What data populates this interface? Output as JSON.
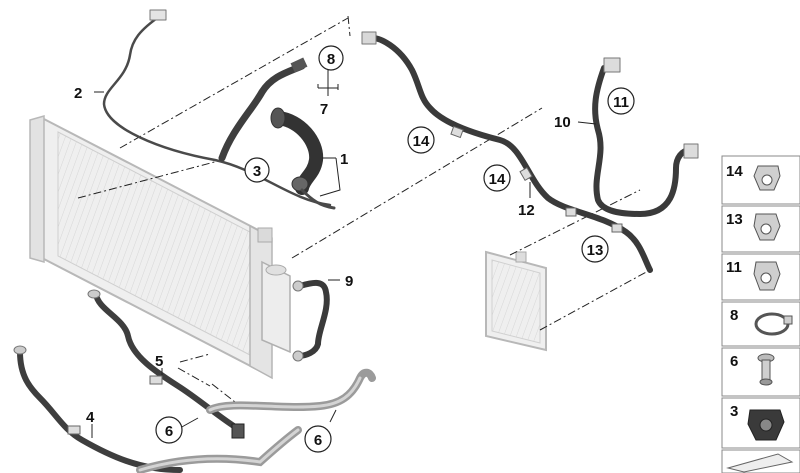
{
  "diagram": {
    "callouts": {
      "c1": "1",
      "c2": "2",
      "c3": "3",
      "c4": "4",
      "c5": "5",
      "c6a": "6",
      "c6b": "6",
      "c7": "7",
      "c8": "8",
      "c9": "9",
      "c10": "10",
      "c11": "11",
      "c12": "12",
      "c13": "13",
      "c14a": "14",
      "c14b": "14"
    },
    "legend": {
      "items": [
        {
          "number": "14"
        },
        {
          "number": "13"
        },
        {
          "number": "11"
        },
        {
          "number": "8"
        },
        {
          "number": "6"
        },
        {
          "number": "3"
        }
      ]
    },
    "colors": {
      "hose": "#3c3c3c",
      "hose_highlight": "#6a6a6a",
      "pipe": "#9a9a9a",
      "pipe_light": "#c8c8c8",
      "radiator_fill": "#ececec",
      "radiator_stroke": "#b5b5b5",
      "legend_border": "#888888"
    }
  }
}
